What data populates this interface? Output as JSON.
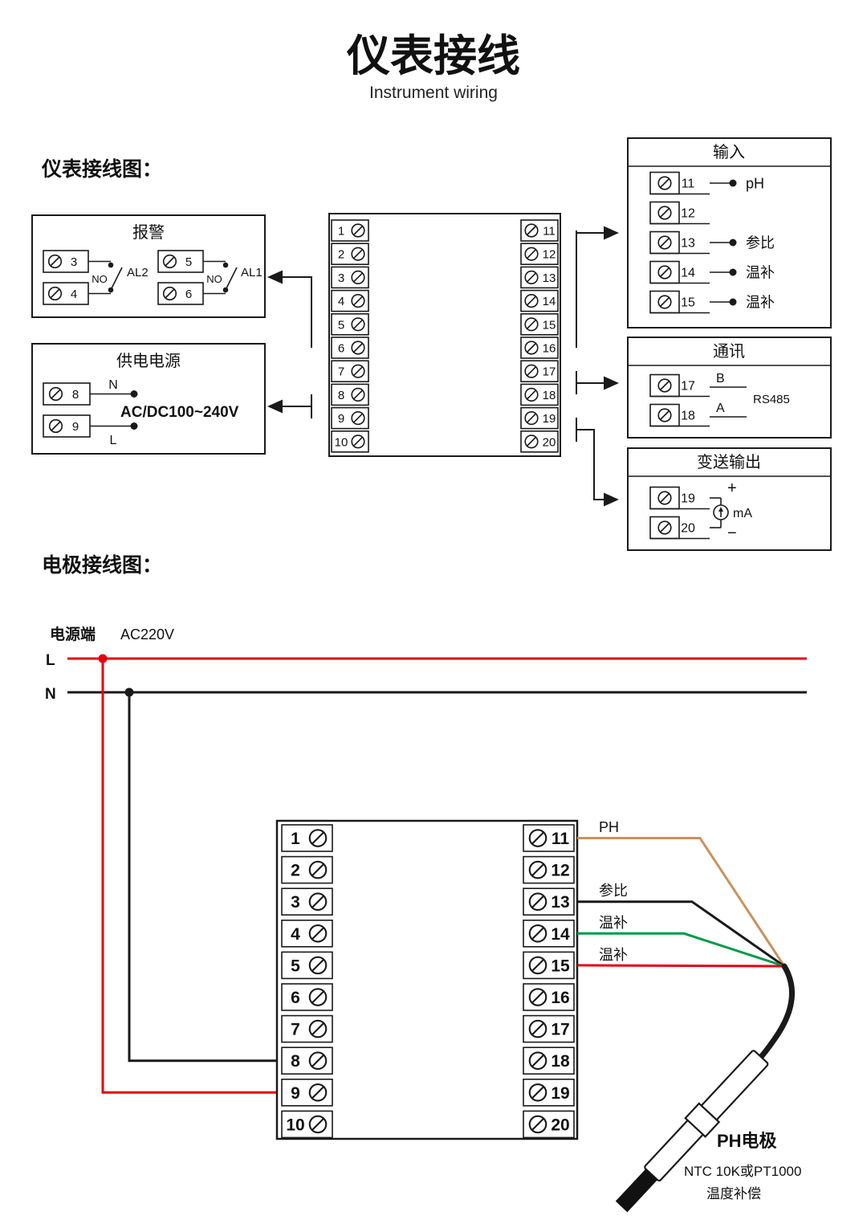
{
  "page": {
    "title": "仪表接线",
    "subtitle": "Instrument wiring",
    "section1_label": "仪表接线图：",
    "section2_label": "电极接线图："
  },
  "main_block": {
    "left_terminals": [
      "1",
      "2",
      "3",
      "4",
      "5",
      "6",
      "7",
      "8",
      "9",
      "10"
    ],
    "right_terminals": [
      "11",
      "12",
      "13",
      "14",
      "15",
      "16",
      "17",
      "18",
      "19",
      "20"
    ]
  },
  "alarm_box": {
    "title": "报警",
    "terminal_3": "3",
    "terminal_4": "4",
    "terminal_5": "5",
    "terminal_6": "6",
    "no_label_left": "NO",
    "al2_label": "AL2",
    "no_label_right": "NO",
    "al1_label": "AL1"
  },
  "power_box": {
    "title": "供电电源",
    "terminal_8": "8",
    "terminal_9": "9",
    "neutral_label": "N",
    "live_label": "L",
    "voltage_label": "AC/DC100~240V"
  },
  "input_box": {
    "title": "输入",
    "rows": [
      {
        "num": "11",
        "label": "pH"
      },
      {
        "num": "12",
        "label": ""
      },
      {
        "num": "13",
        "label": "参比"
      },
      {
        "num": "14",
        "label": "温补"
      },
      {
        "num": "15",
        "label": "温补"
      }
    ]
  },
  "comm_box": {
    "title": "通讯",
    "terminal_17": "17",
    "terminal_18": "18",
    "b_label": "B",
    "a_label": "A",
    "protocol_label": "RS485"
  },
  "output_box": {
    "title": "变送输出",
    "terminal_19": "19",
    "terminal_20": "20",
    "plus_label": "+",
    "minus_label": "−",
    "ma_label": "mA"
  },
  "electrode_diagram": {
    "power_terminal_label": "电源端",
    "voltage_label": "AC220V",
    "live_label": "L",
    "neutral_label": "N",
    "electrode_block": {
      "left_terminals": [
        "1",
        "2",
        "3",
        "4",
        "5",
        "6",
        "7",
        "8",
        "9",
        "10"
      ],
      "right_terminals": [
        "11",
        "12",
        "13",
        "14",
        "15",
        "16",
        "17",
        "18",
        "19",
        "20"
      ]
    },
    "wires": [
      {
        "label": "PH",
        "color": "#C9925B"
      },
      {
        "label": "参比",
        "color": "#1a1a1a"
      },
      {
        "label": "温补",
        "color": "#009A49"
      },
      {
        "label": "温补",
        "color": "#E60012"
      }
    ],
    "electrode_label": "PH电极",
    "sensor_line1": "NTC 10K或PT1000",
    "sensor_line2": "温度补偿"
  },
  "colors": {
    "live_wire": "#E60012",
    "neutral_wire": "#1a1a1a"
  }
}
